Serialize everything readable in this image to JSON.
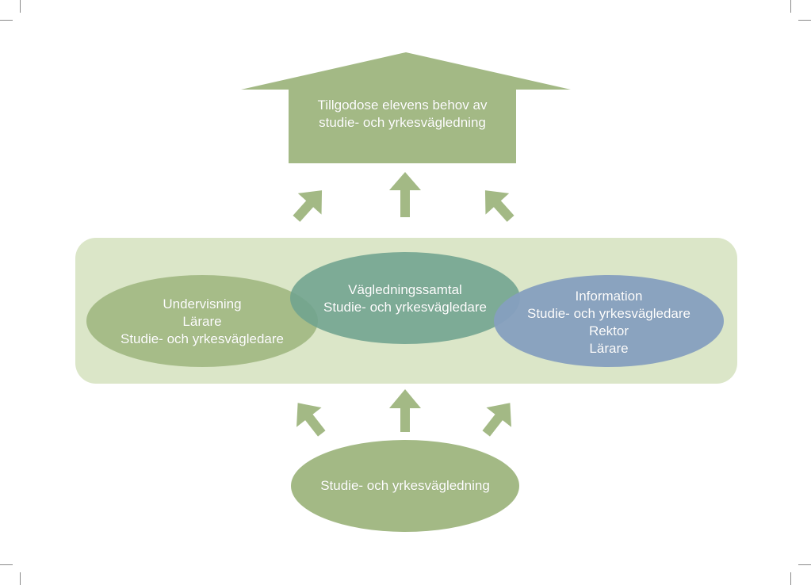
{
  "top_box": {
    "line1": "Tillgodose elevens behov av",
    "line2": "studie- och yrkesvägledning"
  },
  "left_ellipse": {
    "line1": "Undervisning",
    "line2": "Lärare",
    "line3": "Studie- och yrkesvägledare"
  },
  "center_ellipse": {
    "line1": "Vägledningssamtal",
    "line2": "Studie- och yrkesvägledare"
  },
  "right_ellipse": {
    "line1": "Information",
    "line2": "Studie- och yrkesvägledare",
    "line3": "Rektor",
    "line4": "Lärare"
  },
  "bottom_ellipse": {
    "line1": "Studie- och yrkesvägledning"
  },
  "colors": {
    "green": "#a3b985",
    "panel": "#dbe6c8",
    "teal": "#6fa38e",
    "blue": "#869fbf"
  }
}
